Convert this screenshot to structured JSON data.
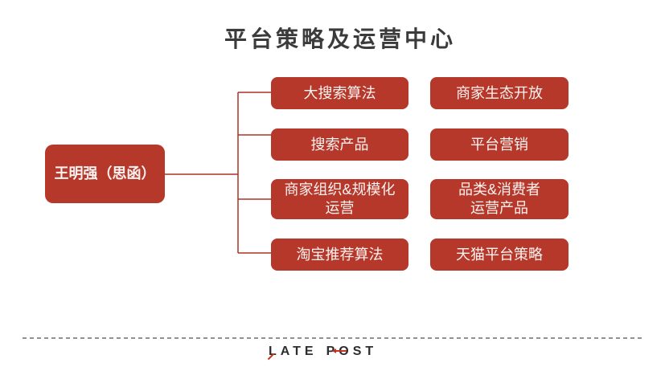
{
  "title": "平台策略及运营中心",
  "leader": {
    "label": "王明强（思函）"
  },
  "columns": [
    {
      "boxes": [
        {
          "label": "大搜索算法"
        },
        {
          "label": "搜索产品"
        },
        {
          "label": "商家组织&规模化\n运营"
        },
        {
          "label": "淘宝推荐算法"
        }
      ]
    },
    {
      "boxes": [
        {
          "label": "商家生态开放"
        },
        {
          "label": "平台营销"
        },
        {
          "label": "品类&消费者\n运营产品"
        },
        {
          "label": "天猫平台策略"
        }
      ]
    }
  ],
  "footer": {
    "logo_word1": "LATE",
    "logo_word2": "POST"
  },
  "colors": {
    "box_red": "#b5382a",
    "line_red": "#a93327",
    "title_dark": "#3b3b3b",
    "logo_dark": "#2d2d2d",
    "logo_accent_red": "#c6301f",
    "dash_gray": "#919191"
  }
}
